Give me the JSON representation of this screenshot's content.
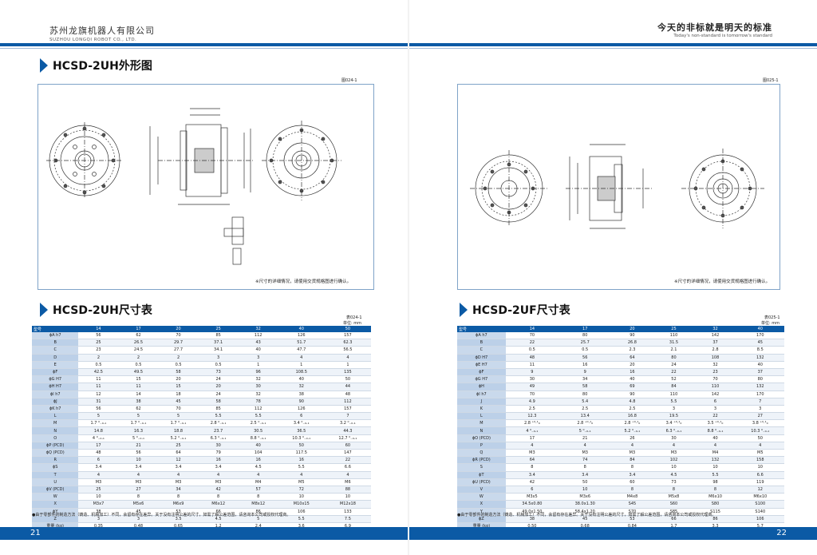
{
  "header": {
    "company_cn": "苏州龙旗机器人有限公司",
    "company_en": "SUZHOU LONGQI ROBOT CO., LTD.",
    "slogan_cn": "今天的非标就是明天的标准",
    "slogan_en": "Today's non-standard is tomorrow's standard"
  },
  "left": {
    "outline_title": "HCSD-2UH外形图",
    "fig_ref": "图024-1",
    "note": "※尺寸的详细情况，请使用交货规格图进行确认。",
    "table_title": "HCSD-2UH尺寸表",
    "table_ref": "表024-1",
    "unit": "单位: mm",
    "columns": [
      "型号",
      "14",
      "17",
      "20",
      "25",
      "32",
      "40",
      "50"
    ],
    "rows": [
      [
        "ϕA h7",
        "56",
        "62",
        "70",
        "85",
        "112",
        "126",
        "157"
      ],
      [
        "B",
        "25",
        "26.5",
        "29.7",
        "37.1",
        "43",
        "51.7",
        "62.3"
      ],
      [
        "C",
        "23",
        "24.5",
        "27.7",
        "34.1",
        "40",
        "47.7",
        "56.5"
      ],
      [
        "D",
        "2",
        "2",
        "2",
        "3",
        "3",
        "4",
        "4"
      ],
      [
        "E",
        "0.5",
        "0.5",
        "0.5",
        "0.5",
        "1",
        "1",
        "1"
      ],
      [
        "ϕF",
        "42.5",
        "49.5",
        "58",
        "73",
        "96",
        "108.5",
        "135"
      ],
      [
        "ϕG H7",
        "11",
        "15",
        "20",
        "24",
        "32",
        "40",
        "50"
      ],
      [
        "ϕH H7",
        "11",
        "11",
        "15",
        "20",
        "30",
        "32",
        "44"
      ],
      [
        "ϕI h7",
        "12",
        "14",
        "18",
        "24",
        "32",
        "38",
        "48"
      ],
      [
        "ϕJ",
        "31",
        "38",
        "45",
        "58",
        "78",
        "90",
        "112"
      ],
      [
        "ϕK h7",
        "56",
        "62",
        "70",
        "85",
        "112",
        "126",
        "157"
      ],
      [
        "L",
        "5",
        "5",
        "5",
        "5.5",
        "5.5",
        "6",
        "7"
      ],
      [
        "M",
        "1.7 ⁰₋₀.₁",
        "1.7 ⁰₋₀.₁",
        "1.7 ⁰₋₀.₁",
        "2.8 ⁰₋₀.₁",
        "2.5 ⁰₋₀.₁",
        "3.4 ⁰₋₀.₁",
        "3.2 ⁰₋₀.₁"
      ],
      [
        "N",
        "14.8",
        "16.3",
        "18.8",
        "23.7",
        "30.5",
        "36.5",
        "44.3"
      ],
      [
        "O",
        "4 ⁰₋₀.₁",
        "5 ⁰₋₀.₁",
        "5.2 ⁰₋₀.₁",
        "6.3 ⁰₋₀.₁",
        "8.8 ⁰₋₀.₁",
        "10.3 ⁰₋₀.₁",
        "12.7 ⁰₋₀.₁"
      ],
      [
        "ϕP (PCD)",
        "17",
        "21",
        "25",
        "30",
        "40",
        "50",
        "60"
      ],
      [
        "ϕQ (PCD)",
        "48",
        "56",
        "64",
        "79",
        "104",
        "117.5",
        "147"
      ],
      [
        "R",
        "6",
        "10",
        "12",
        "16",
        "16",
        "16",
        "22"
      ],
      [
        "ϕS",
        "3.4",
        "3.4",
        "3.4",
        "3.4",
        "4.5",
        "5.5",
        "6.6"
      ],
      [
        "T",
        "4",
        "4",
        "4",
        "4",
        "4",
        "4",
        "4"
      ],
      [
        "U",
        "M3",
        "M3",
        "M3",
        "M3",
        "M4",
        "M5",
        "M6"
      ],
      [
        "ϕV (PCD)",
        "25",
        "27",
        "34",
        "42",
        "57",
        "72",
        "88"
      ],
      [
        "W",
        "10",
        "8",
        "8",
        "8",
        "8",
        "10",
        "10"
      ],
      [
        "X",
        "M3x7",
        "M5x6",
        "M6x9",
        "M6x12",
        "M8x12",
        "M10x15",
        "M12x18"
      ],
      [
        "ϕY",
        "38",
        "45",
        "53",
        "66",
        "86",
        "106",
        "133"
      ],
      [
        "Z",
        "3",
        "3",
        "3.5",
        "4.5",
        "5",
        "5.5",
        "7.5"
      ],
      [
        "重量 (kg)",
        "0.35",
        "0.48",
        "0.65",
        "1.2",
        "2.4",
        "3.6",
        "6.9"
      ]
    ],
    "footnote": "●由于零部件的制造方法（铸造、机械加工）不同，会留有存在差异。关于没有注明公差的尺寸，如需了解公差范围，请咨询本公司或授权代理商。",
    "page_no": "21"
  },
  "right": {
    "outline_title": "HCSD-2UF外形图",
    "fig_ref": "图025-1",
    "note": "※尺寸的详细情况，请使用交货规格图进行确认。",
    "table_title": "HCSD-2UF尺寸表",
    "table_ref": "表025-1",
    "unit": "单位: mm",
    "columns": [
      "型号",
      "14",
      "17",
      "20",
      "25",
      "32",
      "40"
    ],
    "rows": [
      [
        "ϕA h7",
        "70",
        "80",
        "90",
        "110",
        "142",
        "170"
      ],
      [
        "B",
        "22",
        "25.7",
        "26.8",
        "31.5",
        "37",
        "45"
      ],
      [
        "C",
        "0.5",
        "0.5",
        "2.3",
        "2.1",
        "2.8",
        "8.5"
      ],
      [
        "ϕD H7",
        "48",
        "56",
        "64",
        "80",
        "108",
        "132"
      ],
      [
        "ϕE H7",
        "11",
        "16",
        "20",
        "24",
        "32",
        "40"
      ],
      [
        "ϕF",
        "9",
        "9",
        "16",
        "22",
        "23",
        "37"
      ],
      [
        "ϕG H7",
        "30",
        "34",
        "40",
        "52",
        "70",
        "80"
      ],
      [
        "ϕH",
        "49",
        "58",
        "69",
        "84",
        "110",
        "132"
      ],
      [
        "ϕI h7",
        "70",
        "80",
        "90",
        "110",
        "142",
        "170"
      ],
      [
        "J",
        "4.9",
        "5.4",
        "4.8",
        "5.5",
        "6",
        "7"
      ],
      [
        "K",
        "2.5",
        "2.5",
        "2.5",
        "3",
        "3",
        "3"
      ],
      [
        "L",
        "12.3",
        "13.4",
        "16.8",
        "19.5",
        "22",
        "27"
      ],
      [
        "M",
        "2.8 ⁺⁰·¹₀",
        "2.8 ⁺⁰·¹₀",
        "2.8 ⁺⁰·¹₀",
        "3.4 ⁺⁰·¹₀",
        "3.5 ⁺⁰·¹₀",
        "3.8 ⁺⁰·¹₀"
      ],
      [
        "N",
        "4 ⁰₋₀.₁",
        "5 ⁰₋₀.₁",
        "5.2 ⁰₋₀.₁",
        "6.3 ⁰₋₀.₁",
        "8.8 ⁰₋₀.₁",
        "10.3 ⁰₋₀.₁"
      ],
      [
        "ϕO (PCD)",
        "17",
        "21",
        "26",
        "30",
        "40",
        "50"
      ],
      [
        "P",
        "4",
        "4",
        "4",
        "4",
        "4",
        "4"
      ],
      [
        "Q",
        "M3",
        "M3",
        "M3",
        "M3",
        "M4",
        "M5"
      ],
      [
        "ϕR (PCD)",
        "64",
        "74",
        "84",
        "102",
        "132",
        "158"
      ],
      [
        "S",
        "8",
        "8",
        "8",
        "10",
        "10",
        "10"
      ],
      [
        "ϕT",
        "3.4",
        "3.4",
        "3.4",
        "4.5",
        "5.5",
        "6.6"
      ],
      [
        "ϕU (PCD)",
        "42",
        "50",
        "60",
        "73",
        "98",
        "119"
      ],
      [
        "V",
        "6",
        "10",
        "8",
        "8",
        "8",
        "12"
      ],
      [
        "W",
        "M3x5",
        "M3x6",
        "M4x8",
        "M5x8",
        "M6x10",
        "M6x10"
      ],
      [
        "X",
        "34.5x0.80",
        "38.0x1.30",
        "S45",
        "S60",
        "S80",
        "S100"
      ],
      [
        "Y",
        "49.0x1.50",
        "58.4x1.20",
        "S70",
        "S85",
        "S115",
        "S140"
      ],
      [
        "ϕZ",
        "38",
        "45",
        "53",
        "66",
        "86",
        "106"
      ],
      [
        "重量 (kg)",
        "0.50",
        "0.68",
        "0.84",
        "1.7",
        "3.3",
        "5.7"
      ]
    ],
    "footnote": "●由于零部件的制造方法（铸造、机械加工）不同，会留有存在差异。关于没有注明公差的尺寸，如需了解公差范围，请咨询本公司或授权代理商。",
    "page_no": "22"
  }
}
